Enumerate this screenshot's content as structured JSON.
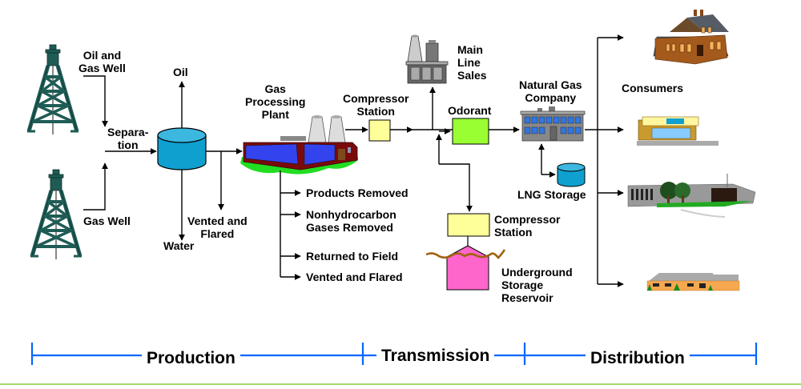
{
  "diagram": {
    "title": "Natural Gas Supply Chain",
    "colors": {
      "derrick": "#1f5c55",
      "separator_tank": "#0fa0d0",
      "compressor_box": "#ffff99",
      "odorant_box": "#99ff33",
      "reservoir": "#ff66cc",
      "ground_line": "#a0620f",
      "stage_bar": "#0066ff",
      "footer_line": "#a6d96a"
    },
    "nodes": {
      "oil_gas_well": {
        "label_line1": "Oil and",
        "label_line2": "Gas Well",
        "icon": "oil-derrick-icon"
      },
      "gas_well": {
        "label": "Gas Well",
        "icon": "oil-derrick-icon"
      },
      "separation": {
        "label_line1": "Separa-",
        "label_line2": "tion",
        "icon": "separator-tank-icon"
      },
      "oil_output": {
        "label": "Oil"
      },
      "water_output": {
        "label": "Water"
      },
      "vented_flared_1": {
        "label_line1": "Vented and",
        "label_line2": "Flared"
      },
      "gas_processing_plant": {
        "label_line1": "Gas",
        "label_line2": "Processing",
        "label_line3": "Plant",
        "icon": "factory-icon"
      },
      "plant_outputs": [
        {
          "label": "Products Removed"
        },
        {
          "label_line1": "Nonhydrocarbon",
          "label_line2": "Gases Removed"
        },
        {
          "label": "Returned to Field"
        },
        {
          "label": "Vented and Flared"
        }
      ],
      "compressor_station_1": {
        "label_line1": "Compressor",
        "label_line2": "Station"
      },
      "main_line_sales": {
        "label_line1": "Main",
        "label_line2": "Line",
        "label_line3": "Sales",
        "icon": "industrial-plant-icon"
      },
      "odorant": {
        "label": "Odorant"
      },
      "compressor_station_2": {
        "label_line1": "Compressor",
        "label_line2": "Station"
      },
      "underground_storage": {
        "label_line1": "Underground",
        "label_line2": "Storage",
        "label_line3": "Reservoir"
      },
      "natural_gas_company": {
        "label_line1": "Natural Gas",
        "label_line2": "Company",
        "icon": "office-building-icon"
      },
      "lng_storage": {
        "label": "LNG Storage",
        "icon": "storage-tank-icon"
      },
      "consumers": {
        "label": "Consumers",
        "items": [
          {
            "name": "residential",
            "icon": "house-icon"
          },
          {
            "name": "commercial",
            "icon": "store-icon"
          },
          {
            "name": "industrial",
            "icon": "office-park-icon"
          },
          {
            "name": "residential-ranch",
            "icon": "ranch-house-icon"
          }
        ]
      }
    },
    "stages": [
      {
        "label": "Production"
      },
      {
        "label": "Transmission"
      },
      {
        "label": "Distribution"
      }
    ]
  }
}
